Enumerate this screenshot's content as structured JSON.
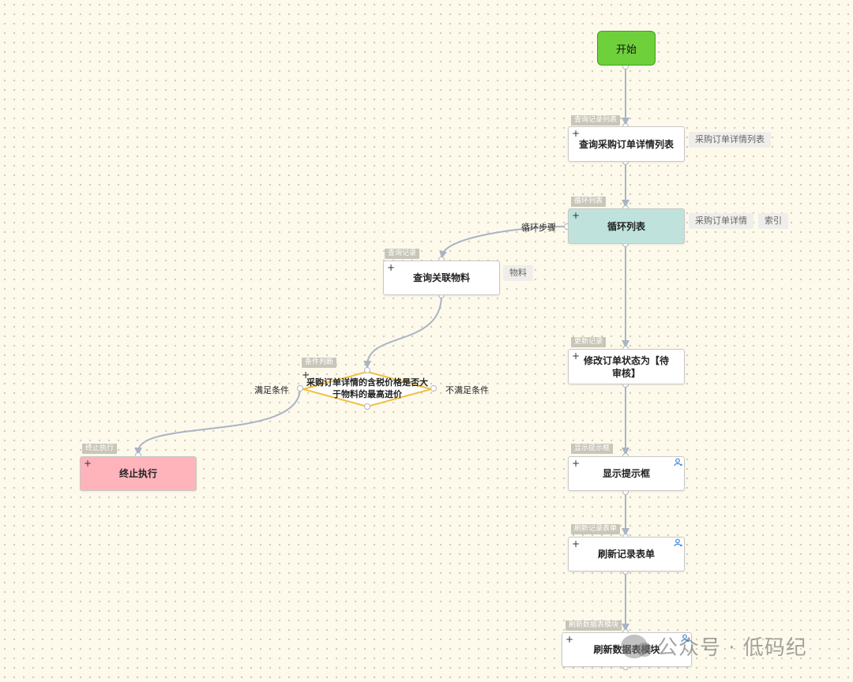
{
  "start_label": "开始",
  "nodes": {
    "query_list": {
      "tag": "查询记录列表",
      "label": "查询采购订单详情列表",
      "param": "采购订单详情列表"
    },
    "loop": {
      "tag": "循环列表",
      "label": "循环列表",
      "param1": "采购订单详情",
      "param2": "索引",
      "branch_label": "循环步骤"
    },
    "query_material": {
      "tag": "查询记录",
      "label": "查询关联物料",
      "param": "物料"
    },
    "condition": {
      "tag": "条件判断",
      "label": "采购订单详情的含税价格是否大于物料的最高进价",
      "yes_label": "满足条件",
      "no_label": "不满足条件"
    },
    "terminate": {
      "tag": "终止执行",
      "label": "终止执行"
    },
    "update": {
      "tag": "更新记录",
      "label": "修改订单状态为【待审核】"
    },
    "dialog": {
      "tag": "显示提示框",
      "label": "显示提示框"
    },
    "refresh_form": {
      "tag": "刷新记录表单",
      "label": "刷新记录表单"
    },
    "refresh_table": {
      "tag": "刷新数据表模块",
      "label": "刷新数据表模块"
    }
  },
  "colors": {
    "start_fill": "#6ed13b",
    "loop_fill": "#bfe3dc",
    "terminate_fill": "#ffb3bb",
    "diamond_stroke": "#f0c040",
    "edge": "#a9b4c4"
  },
  "icons": {
    "add": "plus-icon",
    "assignee": "user-icon"
  },
  "watermark": "公众号 · 低码纪"
}
